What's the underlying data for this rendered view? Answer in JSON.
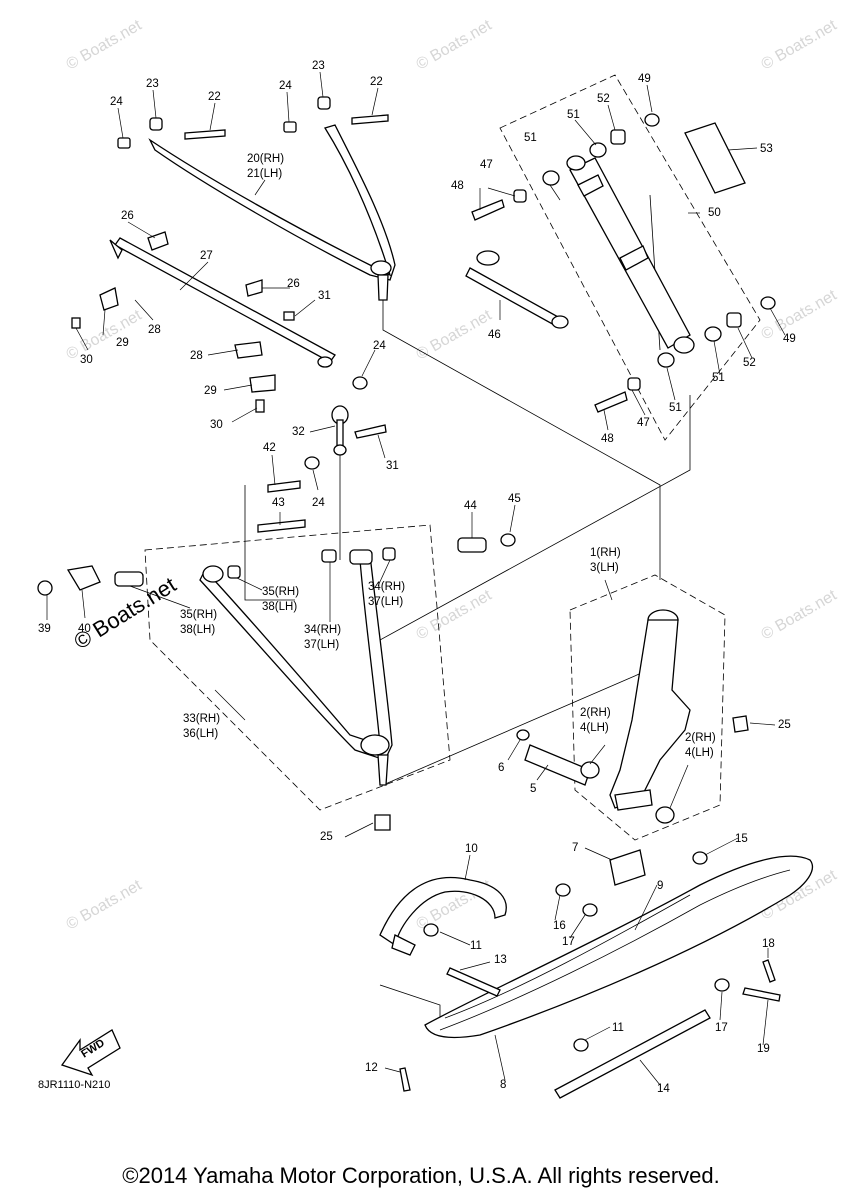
{
  "diagram_code": "8JR1110-N210",
  "fwd_label": "FWD",
  "copyright": "©2014 Yamaha Motor Corporation, U.S.A. All rights reserved.",
  "watermark": "© Boats.net",
  "callouts": {
    "c1": "1(RH)",
    "c3": "3(LH)",
    "c2a": "2(RH)",
    "c4a": "4(LH)",
    "c2b": "2(RH)",
    "c4b": "4(LH)",
    "c5": "5",
    "c6": "6",
    "c7": "7",
    "c8": "8",
    "c9": "9",
    "c10": "10",
    "c11a": "11",
    "c11b": "11",
    "c12": "12",
    "c13": "13",
    "c14": "14",
    "c15": "15",
    "c16": "16",
    "c17a": "17",
    "c17b": "17",
    "c18": "18",
    "c19": "19",
    "c20": "20(RH)",
    "c21": "21(LH)",
    "c22a": "22",
    "c22b": "22",
    "c23a": "23",
    "c23b": "23",
    "c24a": "24",
    "c24b": "24",
    "c24c": "24",
    "c24d": "24",
    "c25a": "25",
    "c25b": "25",
    "c26a": "26",
    "c26b": "26",
    "c27": "27",
    "c28a": "28",
    "c28b": "28",
    "c29a": "29",
    "c29b": "29",
    "c30a": "30",
    "c30b": "30",
    "c31a": "31",
    "c31b": "31",
    "c32": "32",
    "c33": "33(RH)",
    "c36": "36(LH)",
    "c34a": "34(RH)",
    "c37a": "37(LH)",
    "c34b": "34(RH)",
    "c37b": "37(LH)",
    "c35a": "35(RH)",
    "c38a": "38(LH)",
    "c35b": "35(RH)",
    "c38b": "38(LH)",
    "c39": "39",
    "c40": "40",
    "c42": "42",
    "c43": "43",
    "c44": "44",
    "c45": "45",
    "c46": "46",
    "c47a": "47",
    "c47b": "47",
    "c48a": "48",
    "c48b": "48",
    "c49a": "49",
    "c49b": "49",
    "c50": "50",
    "c51a": "51",
    "c51b": "51",
    "c51c": "51",
    "c51d": "51",
    "c52a": "52",
    "c52b": "52",
    "c53": "53"
  }
}
